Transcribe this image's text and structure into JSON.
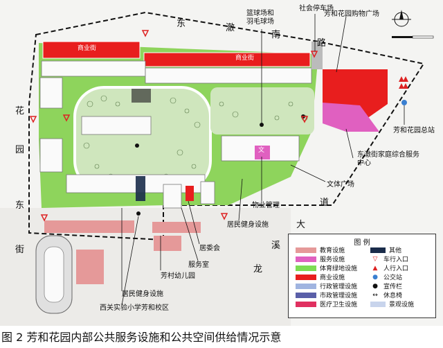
{
  "map": {
    "roads": {
      "east_hui_south_road": [
        "东",
        "澈",
        "南",
        "路"
      ],
      "hua_yuan_east_street": [
        "花",
        "园",
        "东",
        "街"
      ],
      "long_xi_avenue": [
        "龙",
        "溪",
        "大",
        "道"
      ]
    },
    "labels": {
      "parking": "社会停车场",
      "courts": "篮球场和\n羽毛球场",
      "shopping": "芳和花园购物广场",
      "bus_station": "芳和花园总站",
      "service_center": "东澈街家庭综合服务\n中心",
      "culture_plaza": "文体广场",
      "property_mgmt": "物业管理",
      "fitness_1": "居民健身设施",
      "residents_committee": "居委会",
      "service_room": "服务室",
      "kindergarten": "芳村幼儿园",
      "fitness_2": "居民健身设施",
      "primary_school": "西关实验小学芳和校区"
    },
    "building_tags": {
      "shops_north_left": "商业街",
      "shops_north_right": "商业街",
      "center_tag": "文"
    }
  },
  "legend": {
    "title": "图    例",
    "items": [
      {
        "label": "教育设施",
        "color": "#e59999",
        "kind": "swatch"
      },
      {
        "label": "服务设施",
        "color": "#e060c0",
        "kind": "swatch"
      },
      {
        "label": "体育绿地设施",
        "color": "#7ddc54",
        "kind": "swatch"
      },
      {
        "label": "商业设施",
        "color": "#e81e1e",
        "kind": "swatch"
      },
      {
        "label": "行政管理设施",
        "color": "#a0b4e0",
        "kind": "swatch"
      },
      {
        "label": "市政管理设施",
        "color": "#5a5fa8",
        "kind": "swatch"
      },
      {
        "label": "医疗卫生设施",
        "color": "#e03060",
        "kind": "swatch"
      },
      {
        "label": "其他",
        "color": "#1a2c4a",
        "kind": "swatch"
      },
      {
        "label": "车行入口",
        "color": "#d22",
        "kind": "tri-down"
      },
      {
        "label": "人行入口",
        "color": "#d22",
        "kind": "tri-up"
      },
      {
        "label": "公交站",
        "color": "#3a7fd0",
        "kind": "dot"
      },
      {
        "label": "宣传栏",
        "color": "#111",
        "kind": "dot"
      },
      {
        "label": "休息椅",
        "color": "#111",
        "kind": "arrow"
      },
      {
        "label": "景观设施",
        "color": "#c8d4ec",
        "kind": "swatch"
      }
    ]
  },
  "caption": "图 2  芳和花园内部公共服务设施和公共空间供给情况示意"
}
